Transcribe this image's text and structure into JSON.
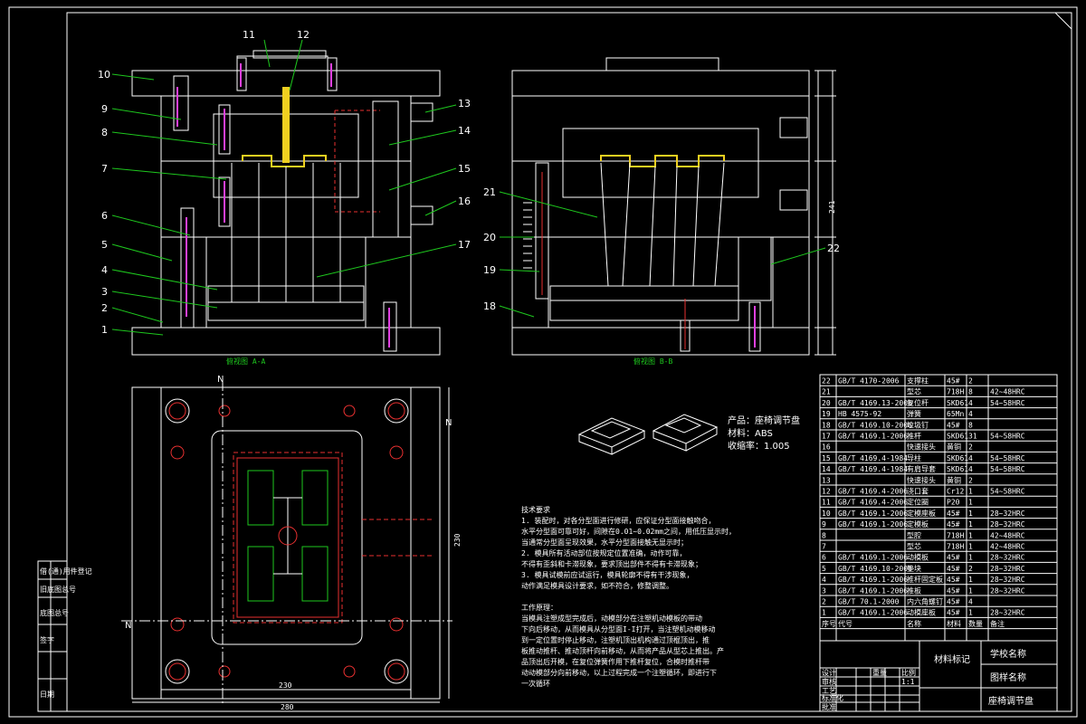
{
  "callouts": [
    {
      "n": "11"
    },
    {
      "n": "12"
    },
    {
      "n": "10"
    },
    {
      "n": "9"
    },
    {
      "n": "8"
    },
    {
      "n": "7"
    },
    {
      "n": "6"
    },
    {
      "n": "5"
    },
    {
      "n": "4"
    },
    {
      "n": "3"
    },
    {
      "n": "2"
    },
    {
      "n": "1"
    },
    {
      "n": "13"
    },
    {
      "n": "14"
    },
    {
      "n": "15"
    },
    {
      "n": "16"
    },
    {
      "n": "17"
    },
    {
      "n": "21"
    },
    {
      "n": "20"
    },
    {
      "n": "19"
    },
    {
      "n": "18"
    },
    {
      "n": "22"
    }
  ],
  "product": {
    "name_line": "产品：座椅调节盘",
    "material_line": "材料：ABS",
    "shrink_line": "收缩率：1.005"
  },
  "tech_req": {
    "title": "技术要求",
    "lines": [
      "1. 装配时，对各分型面进行修研，应保证分型面接触吻合，",
      "水平分型面可靠可好，间隙在0.01~0.02mm之间，用低压显示时，",
      "当通常分型面呈现效果，水平分型面接触无显示时；",
      "2. 模具所有活动部位按规定位置准确，动作可靠，",
      "不得有歪斜和卡滞现象，要求顶出部件不得有卡滞现象；",
      "3. 模具试模前应试运行，模具轮廓不得有干涉现象，",
      "动作满足模具设计要求，如不符合，修整调整。"
    ]
  },
  "work_proc": {
    "title": "工作原理：",
    "lines": [
      "当模具注塑成型完成后，动模部分在注塑机动模板的带动",
      "下向后移动，从而模具从分型面I-I打开，当注塑机动模移动",
      "到一定位置时停止移动，注塑机顶出机构通过顶棍顶出，推",
      "板推动推杆、推动顶杆向前移动，从而将产品从型芯上推出。产",
      "品顶出后开模，在复位弹簧作用下推杆复位，合模时推杆带",
      "动动模部分向前移动，以上过程完成一个注塑循环，即进行下",
      "一次循环"
    ]
  },
  "dims": {
    "width_230": "230",
    "width_280": "280",
    "height_230": "230",
    "height_total": "241",
    "section_letter": "N",
    "section_a": "俯视图 A-A",
    "section_b": "俯视图 B-B"
  },
  "bom_rows": [
    {
      "no": "22",
      "code": "GB/T 4170-2006",
      "name": "支撑柱",
      "qty": "2",
      "mat": "45#",
      "note": ""
    },
    {
      "no": "21",
      "code": "",
      "name": "型芯",
      "qty": "8",
      "mat": "718H",
      "note": "42~48HRC"
    },
    {
      "no": "20",
      "code": "GB/T 4169.13-2006",
      "name": "复位杆",
      "qty": "4",
      "mat": "SKD61",
      "note": "54~58HRC"
    },
    {
      "no": "19",
      "code": "HB 4575-92",
      "name": "弹簧",
      "qty": "4",
      "mat": "65Mn",
      "note": ""
    },
    {
      "no": "18",
      "code": "GB/T 4169.10-2006",
      "name": "垃圾钉",
      "qty": "8",
      "mat": "45#",
      "note": ""
    },
    {
      "no": "17",
      "code": "GB/T 4169.1-2006",
      "name": "推杆",
      "qty": "31",
      "mat": "SKD61",
      "note": "54~58HRC"
    },
    {
      "no": "16",
      "code": "",
      "name": "快速接头",
      "qty": "2",
      "mat": "黄铜",
      "note": ""
    },
    {
      "no": "15",
      "code": "GB/T 4169.4-1984",
      "name": "导柱",
      "qty": "4",
      "mat": "SKD61",
      "note": "54~58HRC"
    },
    {
      "no": "14",
      "code": "GB/T 4169.4-1984",
      "name": "有肩导套",
      "qty": "4",
      "mat": "SKD61",
      "note": "54~58HRC"
    },
    {
      "no": "13",
      "code": "",
      "name": "快速接头",
      "qty": "2",
      "mat": "黄铜",
      "note": ""
    },
    {
      "no": "12",
      "code": "GB/T 4169.4-2006",
      "name": "浇口套",
      "qty": "1",
      "mat": "Cr12",
      "note": "54~58HRC"
    },
    {
      "no": "11",
      "code": "GB/T 4169.4-2006",
      "name": "定位圈",
      "qty": "1",
      "mat": "P20",
      "note": ""
    },
    {
      "no": "10",
      "code": "GB/T 4169.1-2006",
      "name": "定模座板",
      "qty": "1",
      "mat": "45#",
      "note": "28~32HRC"
    },
    {
      "no": "9",
      "code": "GB/T 4169.1-2006",
      "name": "定模板",
      "qty": "1",
      "mat": "45#",
      "note": "28~32HRC"
    },
    {
      "no": "8",
      "code": "",
      "name": "型腔",
      "qty": "1",
      "mat": "718H",
      "note": "42~48HRC"
    },
    {
      "no": "7",
      "code": "",
      "name": "型芯",
      "qty": "1",
      "mat": "718H",
      "note": "42~48HRC"
    },
    {
      "no": "6",
      "code": "GB/T 4169.1-2006",
      "name": "动模板",
      "qty": "1",
      "mat": "45#",
      "note": "28~32HRC"
    },
    {
      "no": "5",
      "code": "GB/T 4169.10-2006",
      "name": "垫块",
      "qty": "2",
      "mat": "45#",
      "note": "28~32HRC"
    },
    {
      "no": "4",
      "code": "GB/T 4169.1-2006",
      "name": "推杆固定板",
      "qty": "1",
      "mat": "45#",
      "note": "28~32HRC"
    },
    {
      "no": "3",
      "code": "GB/T 4169.1-2006",
      "name": "推板",
      "qty": "1",
      "mat": "45#",
      "note": "28~32HRC"
    },
    {
      "no": "2",
      "code": "GB/T 70.1-2000",
      "name": "内六角螺钉",
      "qty": "4",
      "mat": "45#",
      "note": ""
    },
    {
      "no": "1",
      "code": "GB/T 4169.1-2006",
      "name": "动模座板",
      "qty": "1",
      "mat": "45#",
      "note": "28~32HRC"
    }
  ],
  "bom_header": {
    "no": "序号",
    "code": "代号",
    "name": "名称",
    "qty": "数量",
    "mat": "材料",
    "note": "备注"
  },
  "title_block": {
    "material_mark": "材料标记",
    "school": "学校名称",
    "drawing_name": "图样名称",
    "product": "座椅调节盘",
    "scale": "1:1",
    "weight_label": "重量",
    "scale_label": "比例",
    "design": "设计",
    "check": "审核",
    "process": "工艺",
    "approve": "批准",
    "standard": "标准化"
  },
  "side_strip": [
    {
      "label": "借(通)用件登记"
    },
    {
      "label": "旧底图总号"
    },
    {
      "label": "底图总号"
    },
    {
      "label": "签字"
    },
    {
      "label": "日期"
    }
  ],
  "colors": {
    "background": "#000000",
    "lines": "#ffffff",
    "green": "#1ec81e",
    "red": "#e83030",
    "yellow": "#f0d020",
    "magenta": "#e040e0"
  }
}
